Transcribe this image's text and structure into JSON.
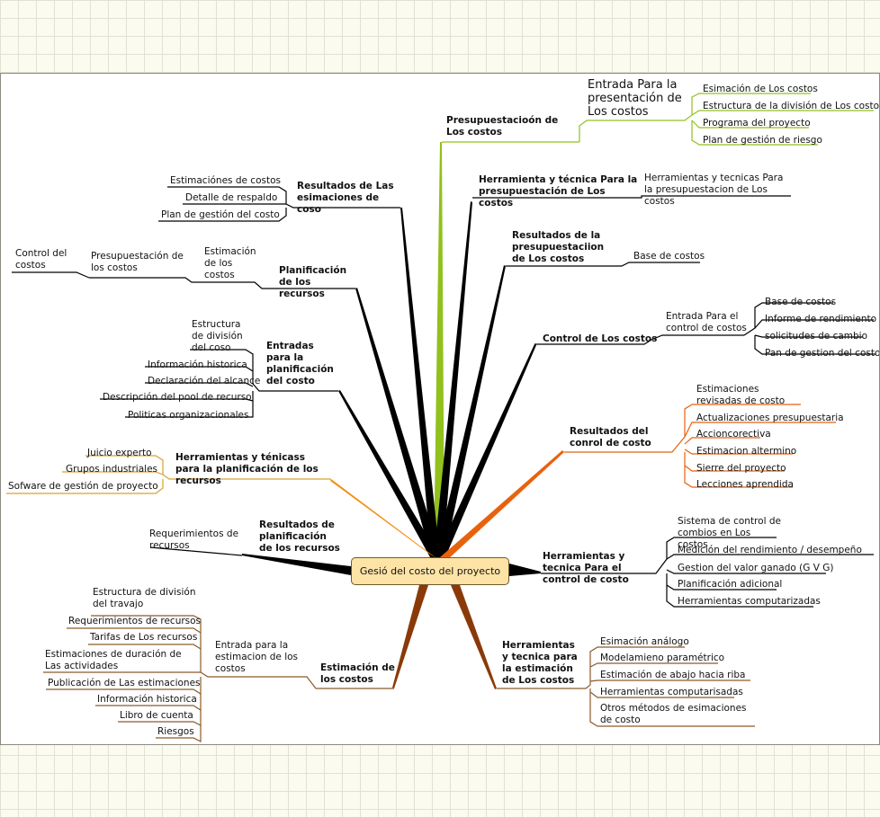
{
  "central": "Gesió del costo del proyecto",
  "branches": {
    "presupuestacion": {
      "label": "Presupuestacioón de Los costos",
      "entrada": "Entrada Para la presentación de Los costos",
      "entrada_items": [
        "Esimación de Los costos",
        "Estructura de la división de Los costos",
        "Programa del proyecto",
        "Plan de gestión de riesgo"
      ]
    },
    "herr_presupuestacion": {
      "label": "Herramienta y técnica Para la presupuestación de Los costos",
      "items": [
        "Herramientas y tecnicas Para la presupuestacion de Los costos"
      ]
    },
    "resultados_presupuestacion": {
      "label": "Resultados de la presupuestaciion de Los costos",
      "items": [
        "Base de costos"
      ]
    },
    "control": {
      "label": "Control de Los costos",
      "entrada": "Entrada Para el control de costos",
      "entrada_items": [
        "Base de costos",
        "Informe de rendimiento",
        "solicitudes de cambio",
        "Pan de gestion del costo"
      ]
    },
    "resultados_control": {
      "label": "Resultados del conrol de costo",
      "items": [
        "Estimaciones revisadas de costo",
        "Actualizaciones presupuestaria",
        "Accioncorectiva",
        "Estimacion altermino",
        "Sierre del proyecto",
        "Lecciones  aprendida"
      ]
    },
    "herr_control": {
      "label": "Herramientas y tecnica Para el control de costo",
      "items": [
        "Sistema de control de combios en Los costos",
        "Medición del rendimiento / desempeño",
        "Gestion del valor ganado (G V G)",
        "Planificación adicional",
        "Herramientas computarizadas"
      ]
    },
    "herr_estimacion": {
      "label": "Herramientas y tecnica para la estimación de Los costos",
      "items": [
        "Esimación análogo",
        "Modelamieno paramétrico",
        "Estimación de abajo hacia riba",
        "Herramientas computarisadas",
        "Otros métodos de esimaciones de costo"
      ]
    },
    "estimacion": {
      "label": "Estimación de los costos",
      "entrada": "Entrada para la estimacion de los costos",
      "entrada_items": [
        "Estructura de división del travajo",
        "Requerimientos de recursos",
        "Tarifas de Los recursos",
        "Estimaciones de duración de Las actividades",
        "Publicación de Las estimaciones",
        "Información historica",
        "Libro de cuenta",
        "Riesgos"
      ]
    },
    "resultados_planificacion": {
      "label": "Resultados de planificación de los recursos",
      "items": [
        "Requerimientos de recursos"
      ]
    },
    "herr_planificacion": {
      "label": "Herramientas y ténicass para la planificación de los recursos",
      "items": [
        "Juicio experto",
        "Grupos industriales",
        "Sofware de gestión de proyecto"
      ]
    },
    "entradas_planificacion": {
      "label": "Entradas para la planificación del costo",
      "items": [
        "Estructura de división del coso",
        "Información historica",
        "Declaración del alcance",
        "Descripción del pool de recurso",
        "Politicas organizacionales"
      ]
    },
    "planificacion": {
      "label": "Planificación de los recursos",
      "sub": "Estimación de los costos",
      "sub2": "Presupuestación de los costos",
      "sub3": "Control del costos"
    },
    "resultados_estimaciones": {
      "label": "Resultados de Las esimaciones de coso",
      "items": [
        "Estimaciónes de costos",
        "Detalle de respaldo",
        "Plan de gestión del costo"
      ]
    }
  },
  "colors": {
    "black": "#000000",
    "green": "#92c01c",
    "orange": "#f28f12",
    "orange_dark": "#e8620e",
    "brown": "#8a3a08",
    "thin_orange": "#d9a030",
    "thin_brown": "#8a5a2a"
  }
}
